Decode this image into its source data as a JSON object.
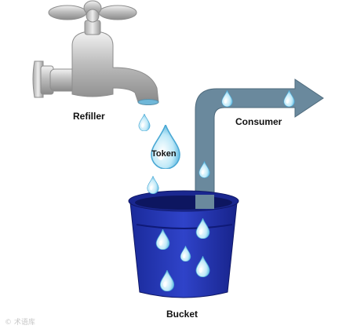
{
  "labels": {
    "refiller": "Refiller",
    "consumer": "Consumer",
    "token": "Token",
    "bucket": "Bucket"
  },
  "watermark": "© 术语库",
  "colors": {
    "faucet": "#c9c9c9",
    "pipe": "#5f7f94",
    "bucket": "#1f2fa8",
    "drop": "#7fd3f0"
  }
}
